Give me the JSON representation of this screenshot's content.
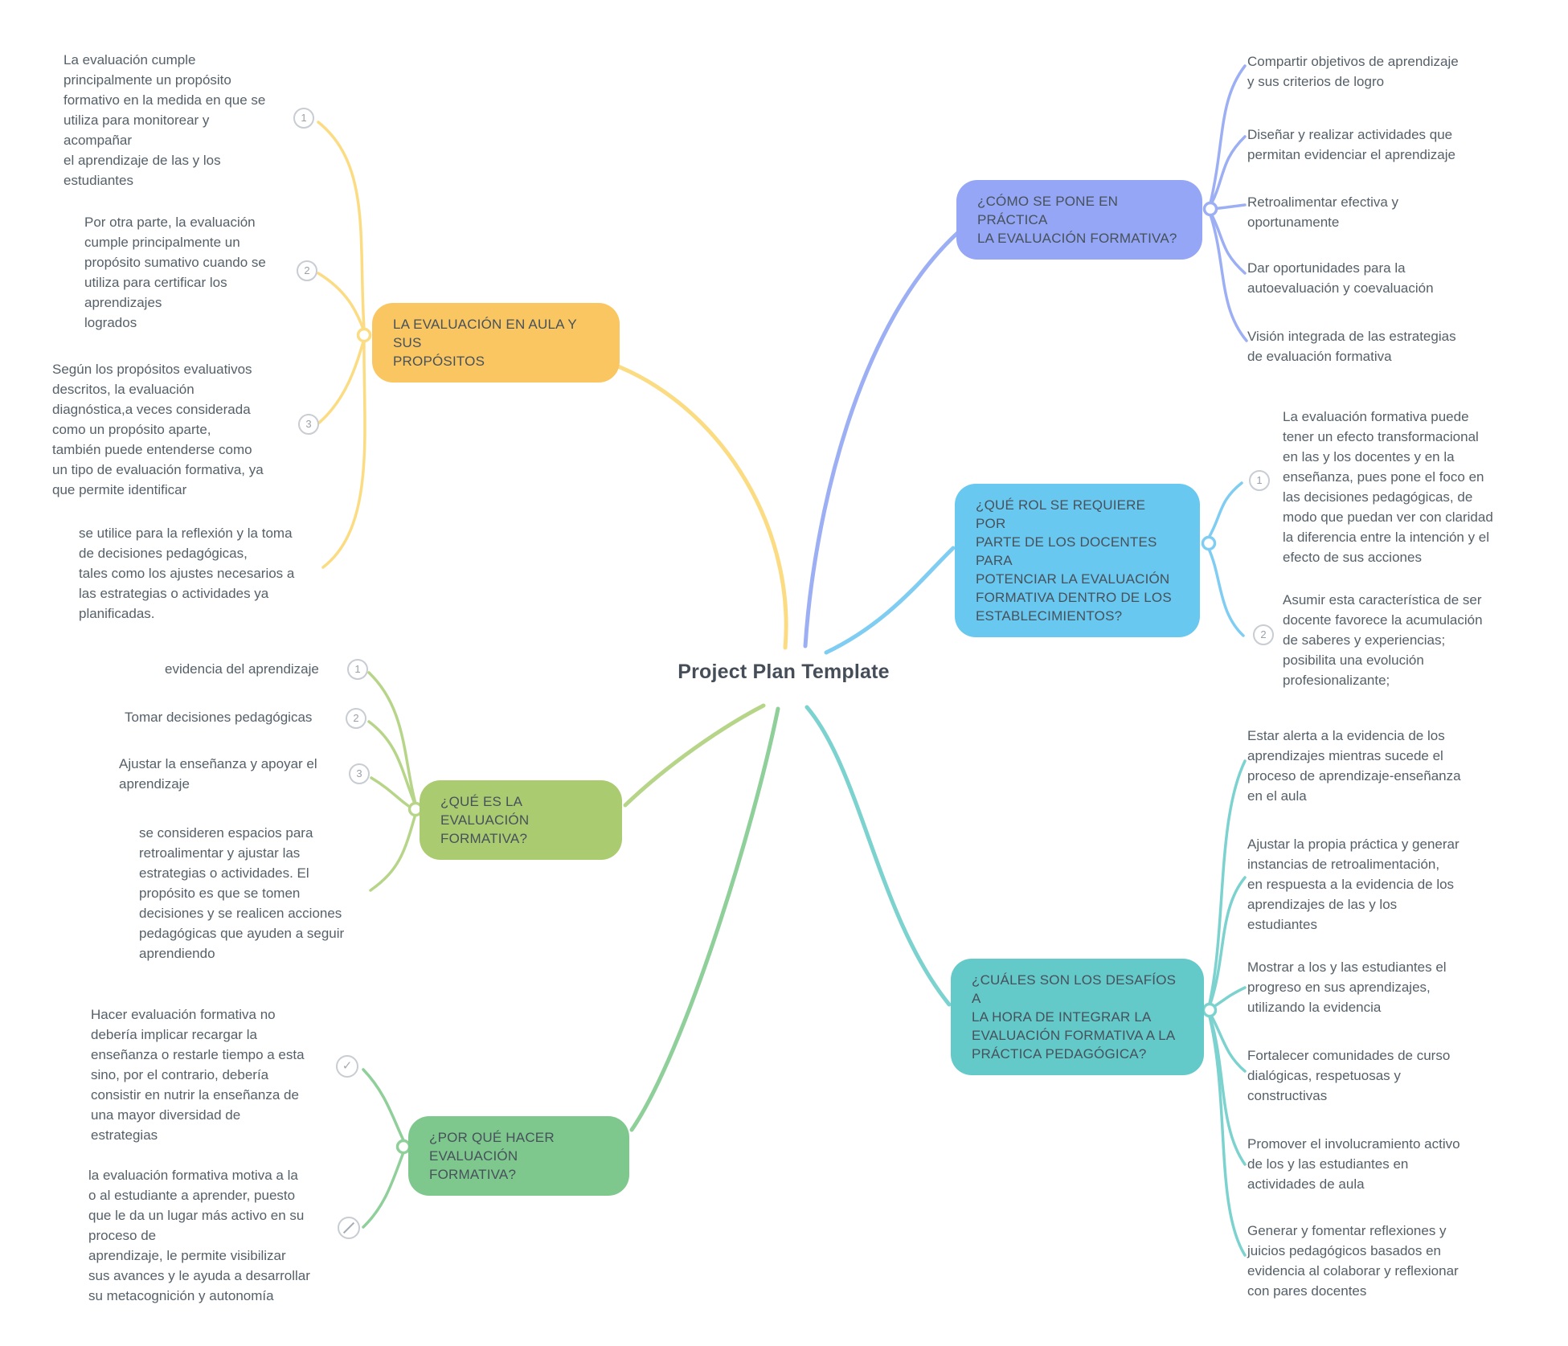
{
  "title": "Project Plan Template",
  "colors": {
    "purposes_node": "#F9C661",
    "purposes_line": "#FBDC82",
    "practice_node": "#94A6F5",
    "practice_line": "#9DAFF4",
    "role_node": "#69C8F0",
    "role_line": "#7FCDF2",
    "what_node": "#AACB70",
    "what_line": "#B7D589",
    "why_node": "#7EC88D",
    "why_line": "#8FCF9A",
    "challenges_node": "#63C9C9",
    "challenges_line": "#7CD2CE",
    "text": "#566069",
    "badge": "#99A1A9"
  },
  "branches": {
    "purposes": {
      "label": "LA EVALUACIÓN EN AULA Y SUS\nPROPÓSITOS",
      "items": [
        {
          "badge": "1",
          "text": "La evaluación cumple\nprincipalmente un propósito\nformativo en la medida en que se\nutiliza para monitorear y\nacompañar\nel aprendizaje de las y los\nestudiantes"
        },
        {
          "badge": "2",
          "text": "Por otra parte, la evaluación\ncumple principalmente un\npropósito sumativo cuando se\nutiliza para certificar los\naprendizajes\nlogrados"
        },
        {
          "badge": "3",
          "text": "Según los propósitos evaluativos\ndescritos, la evaluación\ndiagnóstica,a veces considerada\ncomo un propósito aparte,\ntambién puede entenderse como\nun tipo de evaluación formativa, ya\nque permite identificar"
        },
        {
          "badge": "",
          "text": "se utilice para la reflexión y la toma\nde decisiones pedagógicas,\ntales como los ajustes necesarios a\nlas estrategias o actividades ya\nplanificadas."
        }
      ]
    },
    "practice": {
      "label": "¿CÓMO SE PONE EN PRÁCTICA\nLA EVALUACIÓN FORMATIVA?",
      "items": [
        {
          "text": "Compartir objetivos de aprendizaje\ny sus criterios de logro"
        },
        {
          "text": "Diseñar y realizar actividades que\npermitan evidenciar el aprendizaje"
        },
        {
          "text": "Retroalimentar efectiva y\noportunamente"
        },
        {
          "text": "Dar oportunidades para la\nautoevaluación y coevaluación"
        },
        {
          "text": "Visión integrada de las estrategias\nde evaluación formativa"
        }
      ]
    },
    "role": {
      "label": "¿QUÉ ROL SE REQUIERE POR\nPARTE DE LOS DOCENTES PARA\nPOTENCIAR LA EVALUACIÓN\nFORMATIVA DENTRO DE LOS\nESTABLECIMIENTOS?",
      "items": [
        {
          "badge": "1",
          "text": "La evaluación formativa puede\ntener un efecto transformacional\nen las y los docentes y en la\nenseñanza, pues pone el foco en\nlas decisiones pedagógicas, de\nmodo que puedan ver con claridad\nla diferencia entre la intención y el\nefecto de sus acciones"
        },
        {
          "badge": "2",
          "text": "Asumir esta característica de ser\ndocente favorece la acumulación\nde saberes y experiencias;\nposibilita una evolución\nprofesionalizante;"
        }
      ]
    },
    "what": {
      "label": "¿QUÉ ES LA EVALUACIÓN\nFORMATIVA?",
      "items": [
        {
          "badge": "1",
          "text": "evidencia del aprendizaje"
        },
        {
          "badge": "2",
          "text": "Tomar decisiones pedagógicas"
        },
        {
          "badge": "3",
          "text": "Ajustar la enseñanza y apoyar el\naprendizaje"
        },
        {
          "badge": "",
          "text": "se consideren espacios para\nretroalimentar y ajustar las\nestrategias o actividades. El\npropósito es que se tomen\ndecisiones y se realicen acciones\npedagógicas que ayuden a seguir\naprendiendo"
        }
      ]
    },
    "why": {
      "label": "¿POR QUÉ HACER\nEVALUACIÓN FORMATIVA?",
      "items": [
        {
          "icon": "check",
          "text": "Hacer evaluación formativa no\ndebería implicar recargar la\nenseñanza o restarle tiempo a esta\nsino, por el contrario, debería\nconsistir en nutrir la enseñanza de\nuna mayor diversidad de\nestrategias"
        },
        {
          "icon": "slash",
          "text": "la evaluación formativa motiva a la\no al estudiante a aprender, puesto\nque le da un lugar más activo en su\nproceso de\naprendizaje, le permite visibilizar\nsus avances y le ayuda a desarrollar\nsu metacognición y autonomía"
        }
      ]
    },
    "challenges": {
      "label": "¿CUÁLES SON LOS DESAFÍOS A\nLA HORA DE INTEGRAR LA\nEVALUACIÓN FORMATIVA A LA\nPRÁCTICA PEDAGÓGICA?",
      "items": [
        {
          "text": "Estar alerta a la evidencia de los\naprendizajes mientras sucede el\nproceso de aprendizaje-enseñanza\nen el aula"
        },
        {
          "text": "Ajustar la propia práctica y generar\ninstancias de retroalimentación,\nen respuesta a la evidencia de los\naprendizajes de las y los\nestudiantes"
        },
        {
          "text": "Mostrar a los y las estudiantes el\nprogreso en sus aprendizajes,\nutilizando la evidencia"
        },
        {
          "text": "Fortalecer comunidades de curso\ndialógicas, respetuosas y\nconstructivas"
        },
        {
          "text": "Promover el involucramiento activo\nde los y las estudiantes en\nactividades de aula"
        },
        {
          "text": "Generar y fomentar reflexiones y\njuicios pedagógicos basados en\nevidencia al colaborar y reflexionar\ncon pares docentes"
        }
      ]
    }
  }
}
